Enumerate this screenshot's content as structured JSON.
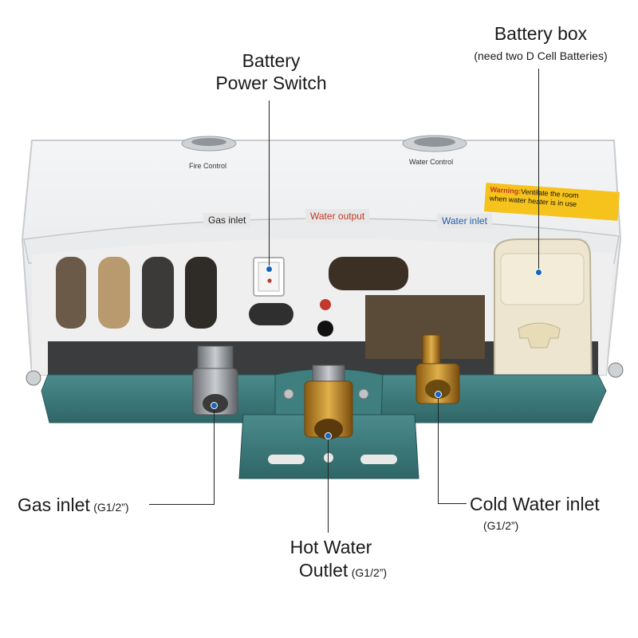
{
  "callouts": {
    "battery_box": {
      "title": "Battery box",
      "note": "(need two D Cell Batteries)"
    },
    "power_switch": {
      "line1": "Battery",
      "line2": "Power Switch"
    },
    "gas_inlet": {
      "title": "Gas inlet",
      "spec": "(G1/2”)"
    },
    "hot_water": {
      "line1": "Hot Water",
      "line2": "Outlet",
      "spec": "(G1/2”)"
    },
    "cold_water": {
      "title": "Cold Water inlet",
      "spec": "(G1/2”)"
    }
  },
  "device_labels": {
    "fire_control": "Fire Control",
    "water_control": "Water Control",
    "gas_inlet_tag": "Gas inlet",
    "water_output_tag": "Water output",
    "water_inlet_tag": "Water inlet",
    "warning_prefix": "Warning:",
    "warning_line1": "Ventilate the room",
    "warning_line2": "when water heater is in use"
  },
  "colors": {
    "heater_body": "#ffffff",
    "base_teal": "#3f7f80",
    "callout_dot": "#1565c0",
    "warning_bg": "#f6c21c"
  }
}
